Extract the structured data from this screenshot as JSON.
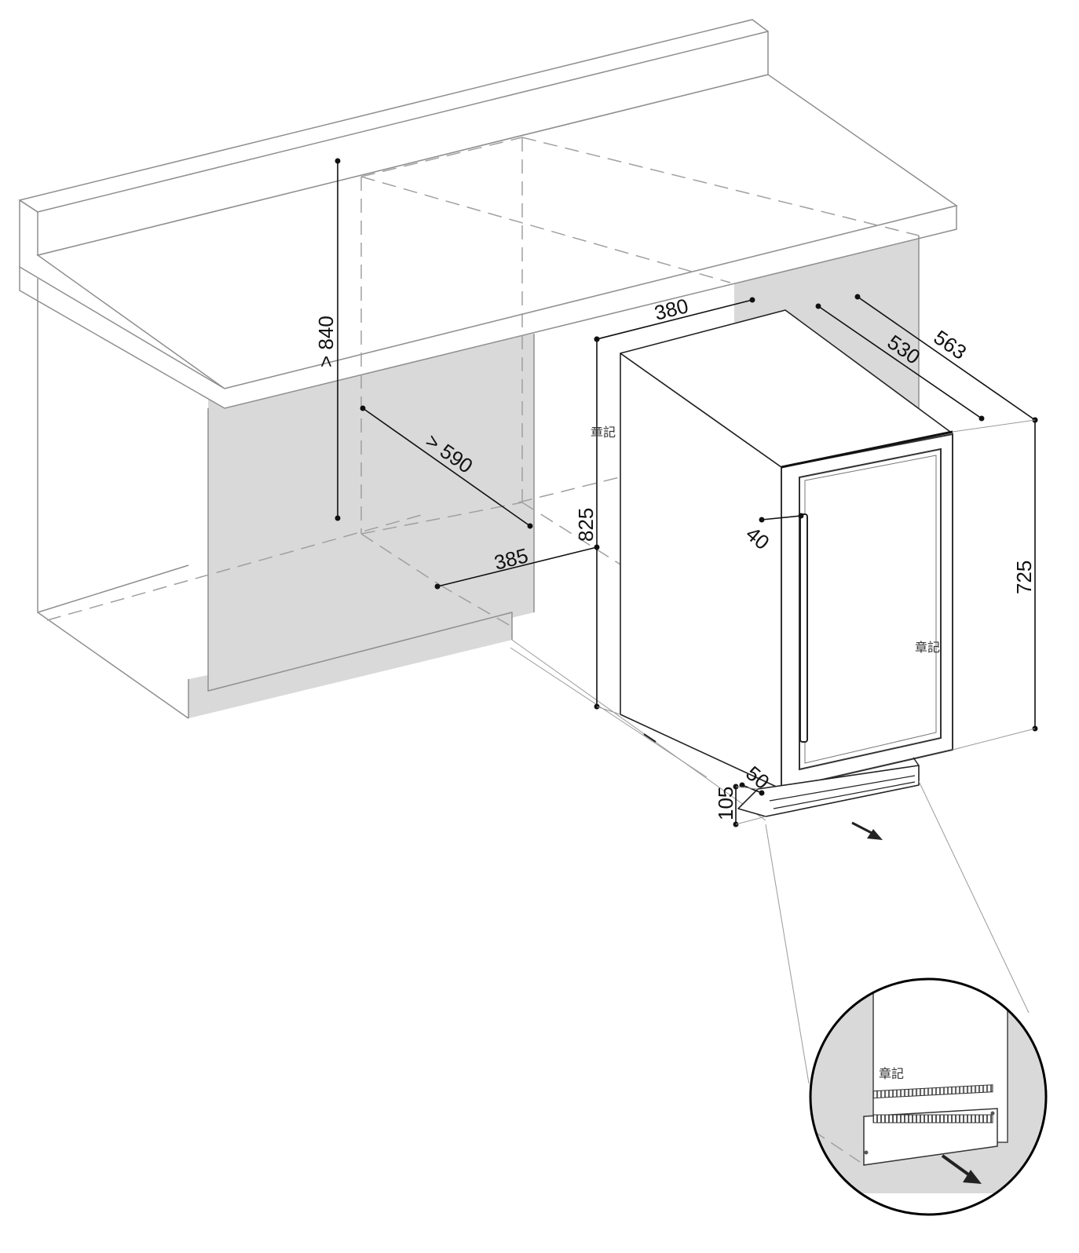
{
  "diagram": {
    "colors": {
      "panel_fill": "#d9d9d9",
      "countertop_edge": "#8f8f8f",
      "dimension_line": "#111111",
      "appliance_outline": "#222222",
      "background": "#ffffff"
    },
    "dimensions": {
      "niche_height": "> 840",
      "niche_depth": "> 590",
      "niche_width": "385",
      "appliance_width": "380",
      "appliance_depth_body": "530",
      "appliance_depth_total": "563",
      "appliance_height": "825",
      "door_height": "725",
      "handle_offset": "40",
      "plinth_depth": "50",
      "plinth_height": "105"
    },
    "labels": {
      "side_label": "章記",
      "door_label": "章記",
      "detail_label": "章記"
    },
    "icons": {
      "airflow": "arrow-down-right-icon",
      "grille": "ventilation-grille-icon"
    }
  }
}
